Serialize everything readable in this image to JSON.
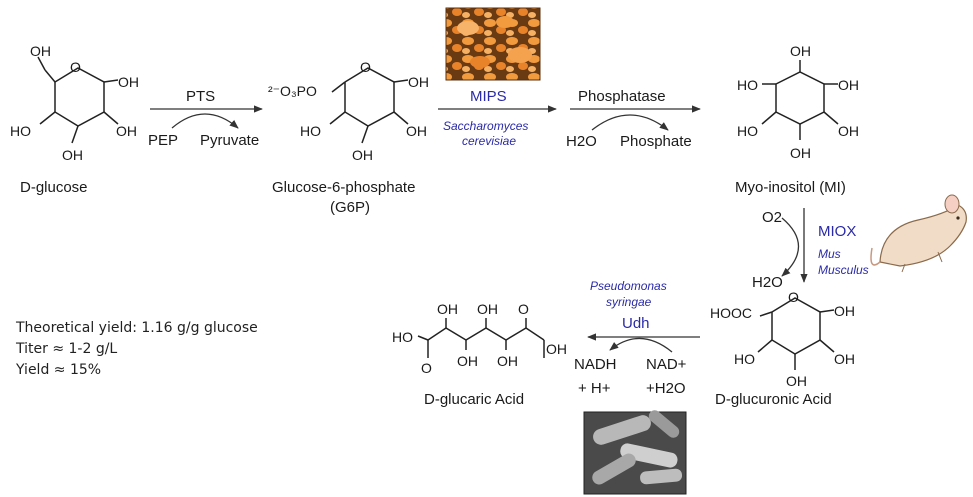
{
  "colors": {
    "enzyme": "#2a2aa8",
    "organism": "#2a2aa8",
    "text": "#1a1a1a",
    "yeast": "#e07a2c",
    "bacteria": "#7a7a7a",
    "mouse": "#f1dcc8"
  },
  "icons": {
    "yeast": "yeast-cells-image",
    "bacteria": "bacteria-cells-image",
    "mouse": "mouse-image"
  },
  "compounds": {
    "glucose": {
      "name": "D-glucose"
    },
    "g6p": {
      "name": "Glucose-6-phosphate",
      "abbr": "(G6P)"
    },
    "mi": {
      "name": "Myo-inositol (MI)"
    },
    "glucuronic": {
      "name": "D-glucuronic Acid"
    },
    "glucaric": {
      "name": "D-glucaric Acid"
    }
  },
  "steps": {
    "pts": {
      "enzyme": "PTS",
      "left": "PEP",
      "right": "Pyruvate"
    },
    "mips": {
      "enzyme": "MIPS",
      "organism1": "Saccharomyces",
      "organism2": "cerevisiae"
    },
    "phosphatase": {
      "enzyme": "Phosphatase",
      "left": "H2O",
      "right": "Phosphate"
    },
    "miox": {
      "enzyme": "MIOX",
      "top": "O2",
      "bottom": "H2O",
      "organism1": "Mus",
      "organism2": "Musculus"
    },
    "udh": {
      "enzyme": "Udh",
      "organism1": "Pseudomonas",
      "organism2": "syringae",
      "left1": "NADH",
      "left2": "+ H+",
      "right1": "NAD+",
      "right2": "+H2O"
    }
  },
  "atoms": {
    "oh": "OH",
    "ho": "HO",
    "o": "O",
    "po": "²⁻O₃PO",
    "hooc": "HOOC"
  },
  "stats": {
    "yield_theoretical": "Theoretical yield: 1.16 g/g glucose",
    "titer": "Titer ≈ 1-2 g/L",
    "yield": "Yield ≈ 15%"
  }
}
